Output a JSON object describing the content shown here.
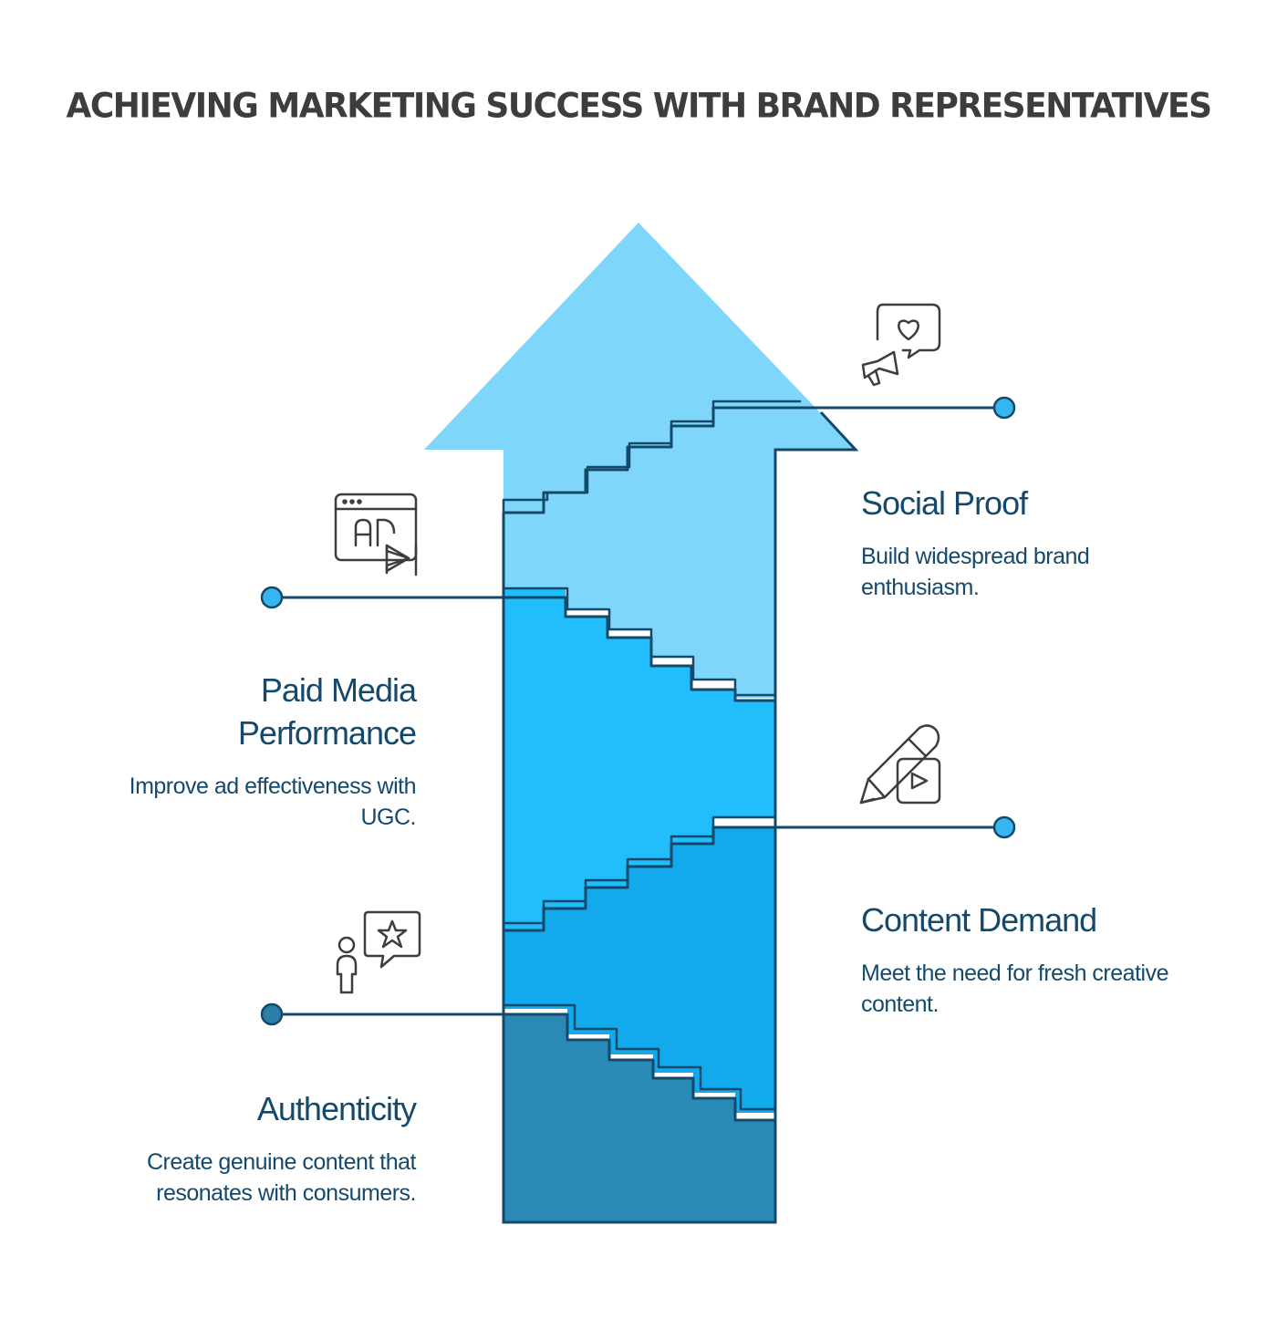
{
  "title": "ACHIEVING MARKETING SUCCESS WITH BRAND REPRESENTATIVES",
  "colors": {
    "outline": "#15496b",
    "arrow_top": "#7fd6fb",
    "band_upper": "#22bdfb",
    "band_middle": "#12aaec",
    "band_bottom": "#2a8ab6",
    "dot_light": "#35b6f0",
    "dot_dark": "#2a7ea8",
    "title_text": "#3d3d3d"
  },
  "steps": [
    {
      "id": "social-proof",
      "side": "right",
      "name": "Social Proof",
      "description": "Build widespread brand enthusiasm.",
      "icon": "megaphone-heart-icon"
    },
    {
      "id": "paid-media",
      "side": "left",
      "name": "Paid Media Performance",
      "description": "Improve ad effectiveness with UGC.",
      "icon": "ad-video-icon"
    },
    {
      "id": "content-demand",
      "side": "right",
      "name": "Content Demand",
      "description": "Meet the need for fresh creative content.",
      "icon": "pencil-video-icon"
    },
    {
      "id": "authenticity",
      "side": "left",
      "name": "Authenticity",
      "description": "Create genuine content that resonates with consumers.",
      "icon": "person-star-icon"
    }
  ]
}
